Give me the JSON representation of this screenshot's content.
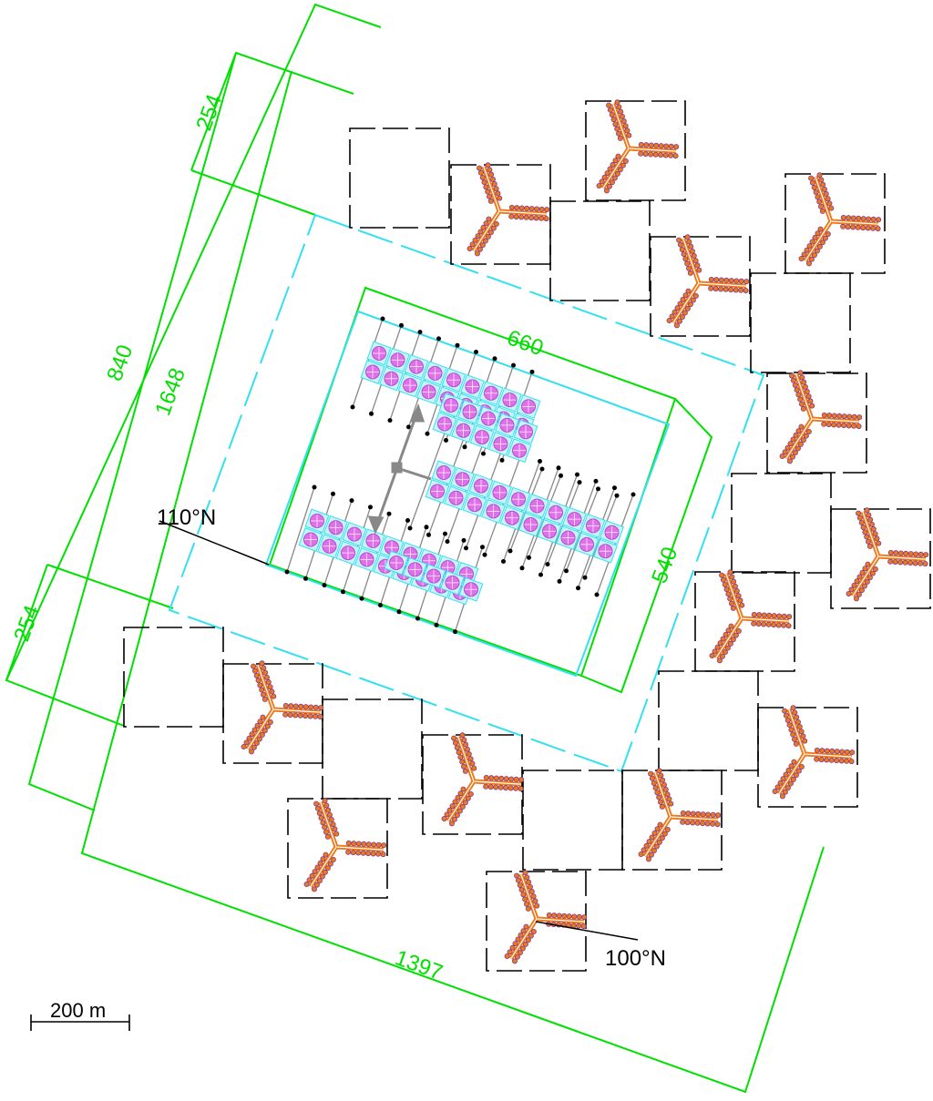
{
  "colors": {
    "boundary": "#00e000",
    "hall": "#33e0f0",
    "cell_dash": "#000000",
    "array": "#f07818",
    "pmt": "#b04ad8",
    "rail": "#888888",
    "text": "#000000",
    "background": "#ffffff"
  },
  "dimensions": {
    "outer_width": "840",
    "total_length": "1648",
    "top_margin": "254",
    "bottom_margin": "254",
    "bottom_length": "1397",
    "inner_length": "660",
    "inner_width": "540"
  },
  "annotations": {
    "angle_left": "110°N",
    "angle_right": "100°N"
  },
  "scale_bar": {
    "label": "200 m",
    "meters": 200
  },
  "icons": {
    "detector_array": "tri-arm-array-icon",
    "tank": "water-tank-icon",
    "arrow": "double-arrow-icon"
  }
}
